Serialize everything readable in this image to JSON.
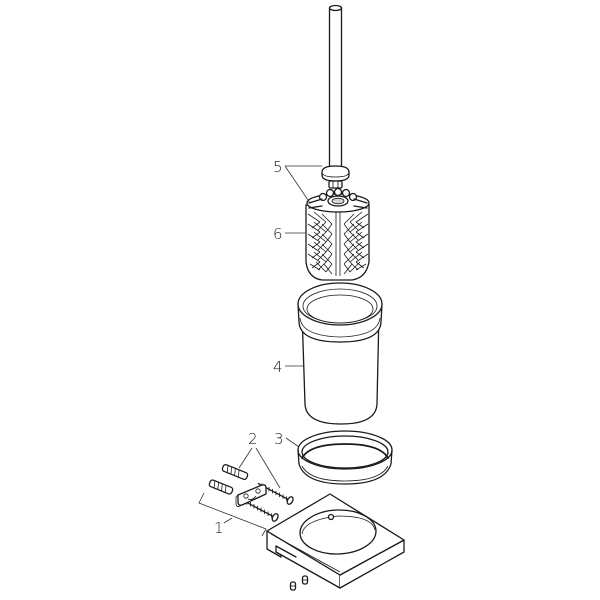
{
  "diagram": {
    "type": "exploded-view-parts-drawing",
    "subject": "Wall-mounted toilet brush holder",
    "background": "#ffffff",
    "line_color": "#1a1a1a",
    "parts": [
      {
        "number": "1",
        "description": "Wall bracket mounting set (bracket clip, plugs, screws)"
      },
      {
        "number": "2",
        "description": "Wall plugs and screws"
      },
      {
        "number": "3",
        "description": "Seal ring"
      },
      {
        "number": "4",
        "description": "Glass tumbler / container"
      },
      {
        "number": "5",
        "description": "Handle rod with flange and nut"
      },
      {
        "number": "6",
        "description": "Brush head"
      }
    ],
    "labels": {
      "p1": "1",
      "p2": "2",
      "p3": "3",
      "p4": "4",
      "p5": "5",
      "p6": "6"
    }
  }
}
